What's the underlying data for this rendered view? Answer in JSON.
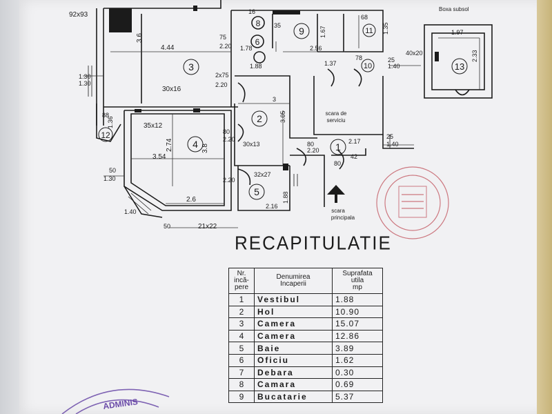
{
  "plan": {
    "subsol_title": "Boxa subsol",
    "dims": {
      "d92x93": "92x93",
      "d36": "3.6",
      "d444": "4.44",
      "d75": "75",
      "d220a": "2.20",
      "d178": "1.78",
      "d188a": "1.88",
      "d16": "16",
      "d35": "35",
      "d167": "1.67",
      "d256": "2.56",
      "d68": "68",
      "d135": "1.35",
      "d130": "1.30",
      "d2x75": "2x75",
      "d220b": "2.20",
      "d137": "1.37",
      "d78": "78",
      "d25a": "25",
      "d140a": "1.40",
      "d40x20": "40x20",
      "d197": "1.97",
      "d233": "2.33",
      "d30x16": "30x16",
      "d3": "3",
      "d305": "3.05",
      "d35x12": "35x12",
      "d274": "2.74",
      "d38": "3.8",
      "d354": "3.54",
      "d136": "1.36",
      "d88": "88",
      "d80a": "80",
      "d220c": "2.20",
      "d30x13": "30x13",
      "d80b": "80",
      "d220d": "2.20",
      "d217": "2.17",
      "d25b": "25",
      "d140b": "1.40",
      "d50": "50",
      "d130b": "1.30",
      "d42": "42",
      "d80c": "80",
      "d32x27": "32x27",
      "d220e": "2.20",
      "d188b": "1.88",
      "d26": "2.6",
      "d216": "2.16",
      "d21x22": "21x22",
      "d140c": "1.40",
      "d50b": "50"
    },
    "rooms": {
      "r1": "1",
      "r2": "2",
      "r3": "3",
      "r4": "4",
      "r5": "5",
      "r6": "6",
      "r8": "8",
      "r9": "9",
      "r10": "10",
      "r11": "11",
      "r12": "12",
      "r13": "13"
    },
    "scara_serviciu_1": "scara de",
    "scara_serviciu_2": "serviciu",
    "scara_principala_1": "scara",
    "scara_principala_2": "principala"
  },
  "recap": {
    "title": "RECAPITULATIE",
    "headers": {
      "nr": [
        "Nr.",
        "incă-",
        "pere"
      ],
      "name": [
        "Denumirea",
        "Incaperii"
      ],
      "area": [
        "Suprafata",
        "utila",
        "mp"
      ]
    },
    "rows": [
      {
        "nr": "1",
        "name": "Vestibul",
        "area": "1.88"
      },
      {
        "nr": "2",
        "name": "Hol",
        "area": "10.90"
      },
      {
        "nr": "3",
        "name": "Camera",
        "area": "15.07"
      },
      {
        "nr": "4",
        "name": "Camera",
        "area": "12.86"
      },
      {
        "nr": "5",
        "name": "Baie",
        "area": "3.89"
      },
      {
        "nr": "6",
        "name": "Oficiu",
        "area": "1.62"
      },
      {
        "nr": "7",
        "name": "Debara",
        "area": "0.30"
      },
      {
        "nr": "8",
        "name": "Camara",
        "area": "0.69"
      },
      {
        "nr": "9",
        "name": "Bucatarie",
        "area": "5.37"
      }
    ]
  },
  "stamp": {
    "bottom_text": "ADMINIS"
  }
}
